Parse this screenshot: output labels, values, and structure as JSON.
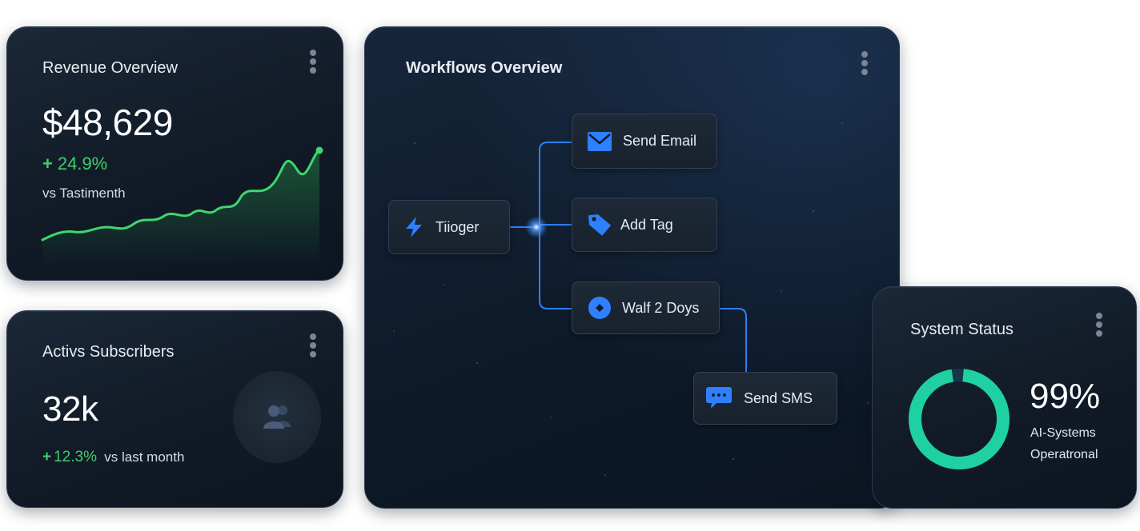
{
  "colors": {
    "accent_blue": "#2f80ff",
    "positive_green": "#3fcf6a",
    "status_teal": "#1fd1a0",
    "card_bg": "#111a26"
  },
  "revenue": {
    "title": "Revenue Overview",
    "value": "$48,629",
    "change": "24.9%",
    "comparison": "vs Tastimenth",
    "change_icon": "arrow-up-icon",
    "menu_icon": "kebab-icon"
  },
  "subscribers": {
    "title": "Activs Subscribers",
    "value": "32k",
    "change": "12.3%",
    "comparison": "vs last month",
    "avatar_icon": "users-icon"
  },
  "workflows": {
    "title": "Workflows Overview",
    "nodes": [
      {
        "label": "Tiioger",
        "icon": "lightning-icon"
      },
      {
        "label": "Send Email",
        "icon": "mail-icon"
      },
      {
        "label": "Add Tag",
        "icon": "tag-icon"
      },
      {
        "label": "Walf 2 Doys",
        "icon": "clock-icon"
      },
      {
        "label": "Send SMS",
        "icon": "chat-bubble-icon"
      }
    ]
  },
  "system": {
    "title": "System Status",
    "percent_label": "99%",
    "uptime_fraction": 0.99,
    "line1": "AI-Systems",
    "line2": "Operatronal"
  }
}
